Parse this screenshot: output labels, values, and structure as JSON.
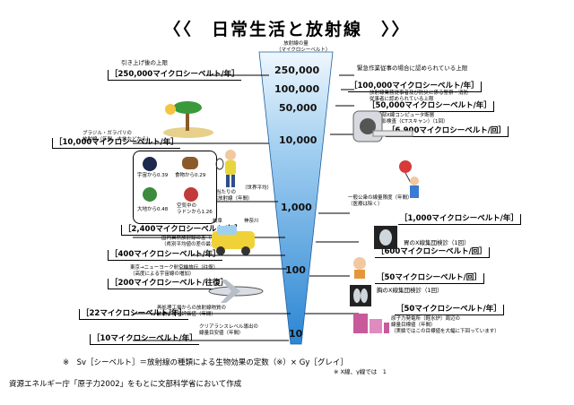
{
  "title": "〈〈　日常生活と放射線　〉〉",
  "cone": {
    "heading_line1": "放射線の量",
    "heading_line2": "（マイクロシーベルト）",
    "scale": [
      "250,000",
      "100,000",
      "50,000",
      "10,000",
      "1,000",
      "100",
      "10"
    ]
  },
  "left": [
    {
      "desc": "引き上げ後の上限",
      "value": "［250,000マイクロシーベルト/年］"
    },
    {
      "desc": "ブラジル・ガラパリの\n放射線（年間、大地などから）",
      "value": "［10,000マイクロシーベルト/年］"
    },
    {
      "desc": "1人当たりの\n自然放射線（年間）",
      "sub": "（世界平均）",
      "value": "［2,400マイクロシーベルト/年］"
    },
    {
      "desc": "国内自然放射線の差（年間）\n（県別平均値の差の最大）",
      "value": "［400マイクロシーベルト/年］"
    },
    {
      "desc": "東京→ニューヨーク航空機旅行（往復）\n（高度による宇宙線の増加）",
      "value": "［200マイクロシーベルト/往復］"
    },
    {
      "desc": "再処理工場からの放射線物質の\n放出による評価値（年間）",
      "value": "［22マイクロシーベルト/年］"
    },
    {
      "desc": "クリアランスレベル導出の\n線量目安値（年間）",
      "value": "［10マイクロシーベルト/年］"
    }
  ],
  "right": [
    {
      "desc": "緊急作業従事の場合に認められている上限",
      "value": ""
    },
    {
      "desc": "",
      "value": "［100,000マイクロシーベルト/年］"
    },
    {
      "desc": "放射線業務従事者及び防災に係る警察・消防\n従事者に認められている上限",
      "value": "［50,000マイクロシーベルト/年］"
    },
    {
      "desc": "胸部X線コンピュータ断層\n撮影検査（CTスキャン）（1回）",
      "value": "［6,900マイクロシーベルト/回］"
    },
    {
      "desc": "一般公衆の線量限度（年間）\n（医療は除く）",
      "value": "［1,000マイクロシーベルト/年］"
    },
    {
      "desc": "胃のX線集団検診（1回）",
      "value": "［600マイクロシーベルト/回］"
    },
    {
      "desc": "",
      "value": "［50マイクロシーベルト/回］"
    },
    {
      "desc": "胸のX線集団検診（1回）",
      "value": ""
    },
    {
      "desc": "",
      "value": "［50マイクロシーベルト/年］"
    },
    {
      "desc": "原子力発電所（軽水炉）周辺の\n線量目標値（年間）\n（実績ではこの目標値を大幅に下回っています）",
      "value": ""
    }
  ],
  "bubble": [
    {
      "label": "宇宙から0.39"
    },
    {
      "label": "食物から0.29"
    },
    {
      "label": "大地から0.48"
    },
    {
      "label": "空気中の\nラドンから1.26"
    }
  ],
  "places": {
    "a": "岐阜",
    "b": "神奈川"
  },
  "footer": {
    "note": "※　Sv［シーベルト］＝放射線の種類による生物効果の定数（※）× Gy［グレイ］",
    "note2": "※ X線、γ線では　1",
    "source": "資源エネルギー庁「原子力2002」をもとに文部科学省において作成"
  },
  "colors": {
    "cone_top": "#e8f3fb",
    "cone_bottom": "#2f8fd6",
    "cone_edge": "#1f5f9e"
  }
}
